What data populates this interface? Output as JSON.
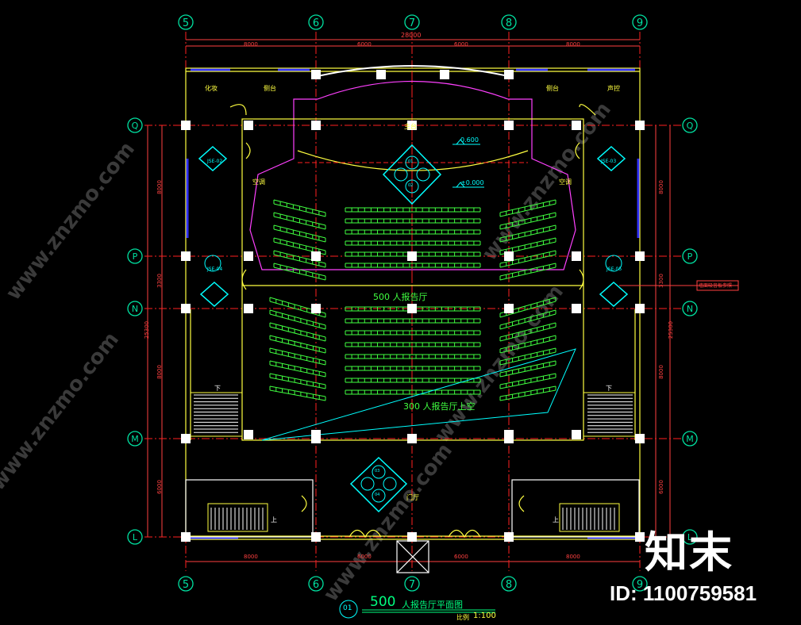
{
  "grid": {
    "columns": [
      "5",
      "6",
      "7",
      "8",
      "9"
    ],
    "rows": [
      "Q",
      "P",
      "N",
      "M",
      "L"
    ]
  },
  "dimensions": {
    "top_total": "28000",
    "top_spans": [
      "8000",
      "6000",
      "6000",
      "8000"
    ],
    "bottom_spans": [
      "8000",
      "6000",
      "6000",
      "8000"
    ],
    "left_spans": [
      "8000",
      "3300",
      "8000",
      "6000"
    ],
    "left_total": "25300",
    "right_spans": [
      "8000",
      "3300",
      "8000",
      "6000"
    ],
    "right_total": "25300"
  },
  "rooms": {
    "makeup": "化妆",
    "side_stage_left": "侧台",
    "side_stage_right": "侧台",
    "sound": "声控",
    "main_stage": "主台",
    "ac_left": "空调",
    "ac_right": "空调",
    "hall_500": "500 人报告厅",
    "hall_300": "300 人报告厅上空",
    "lobby": "门厅",
    "stair_down_left": "下",
    "stair_down_right": "下",
    "stair_up_left": "上",
    "stair_up_right": "上"
  },
  "levels": {
    "stage": "0.600",
    "floor": "±0.000"
  },
  "callout_note": "墙面吸音板参照",
  "detail_markers": [
    {
      "id": "01",
      "sheet": "JSE-02"
    },
    {
      "id": "02",
      "sheet": "JSE-03"
    },
    {
      "id": "03",
      "sheet": "JSE-04"
    },
    {
      "id": "04",
      "sheet": "JSE-05"
    }
  ],
  "title_block": {
    "number": "01",
    "title_num": "500",
    "title_text": "人报告厅平面图",
    "scale_label": "比例",
    "scale": "1:100"
  },
  "watermark": {
    "brand": "知末",
    "id_text": "ID: 1100759581",
    "url": "www.znzmo.com"
  },
  "colors": {
    "background": "#000000",
    "grid_line": "#ff2020",
    "bubble": "#00e0a0",
    "wall": "#ffff40",
    "seats": "#40ff40",
    "window": "#2020ff",
    "dimension": "#ff4040",
    "accent": "#00ffff",
    "magenta": "#ff40ff"
  }
}
